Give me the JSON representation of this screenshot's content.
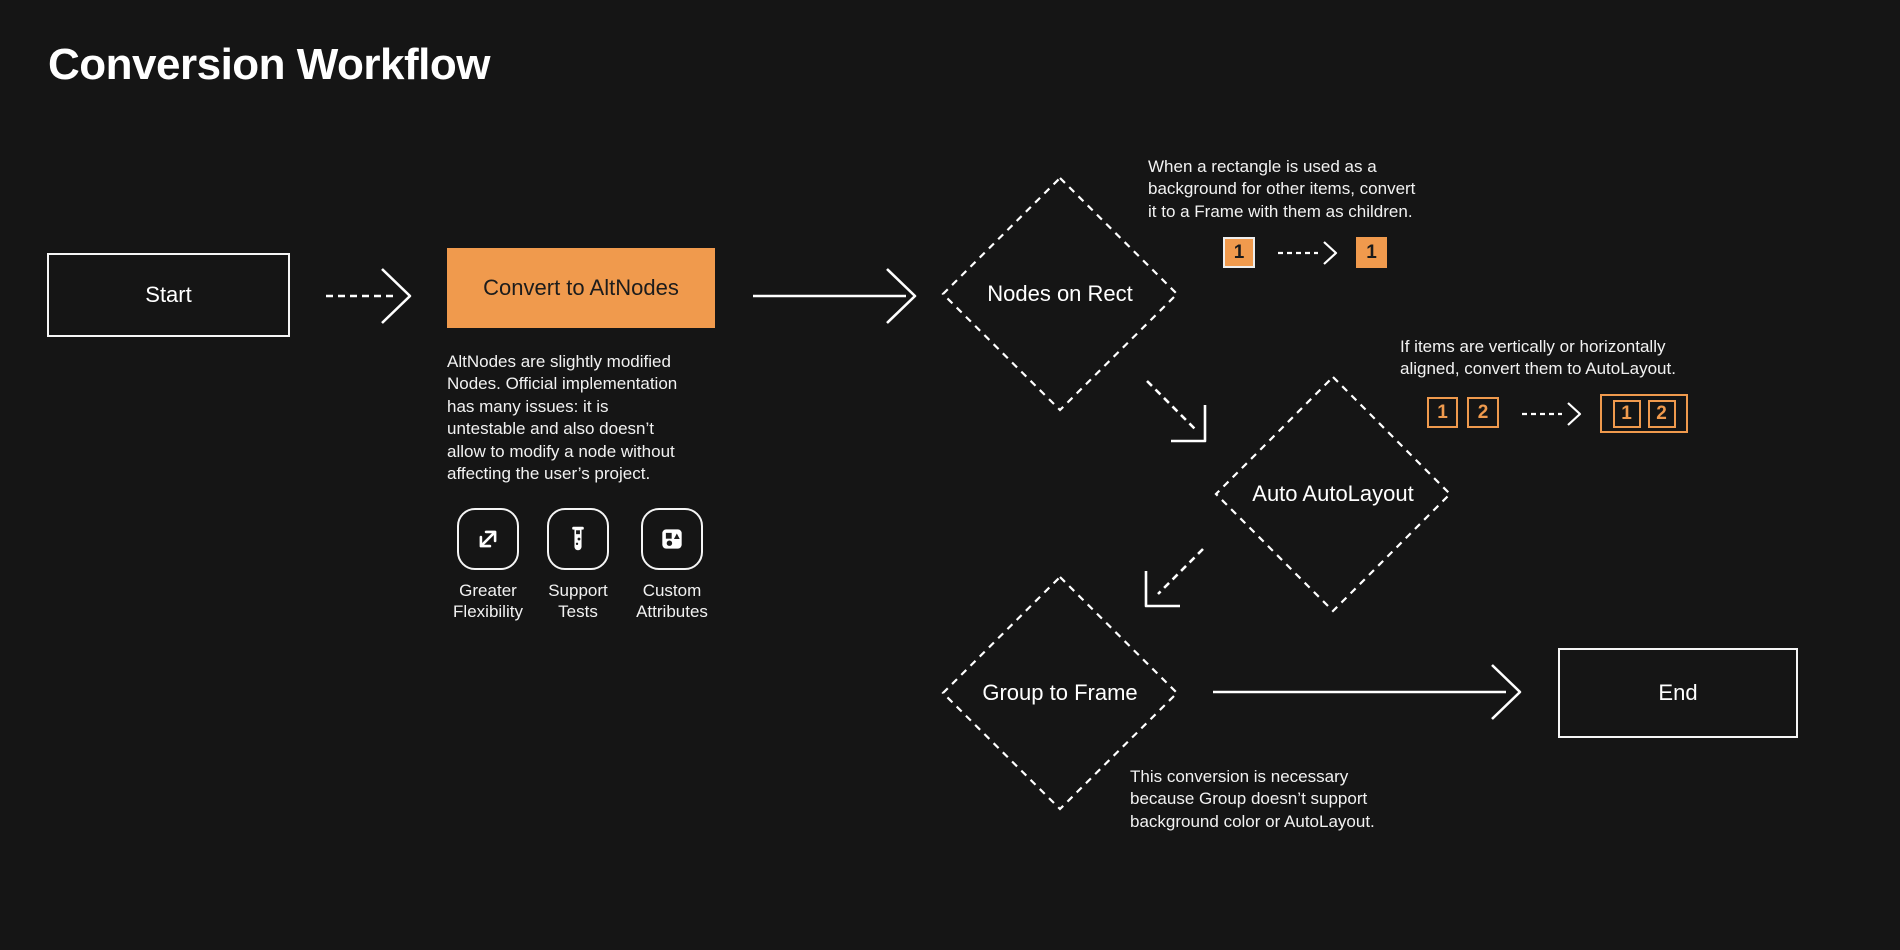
{
  "title": "Conversion Workflow",
  "colors": {
    "background": "#151515",
    "accent_orange": "#F09A4D",
    "line_white": "#FFFFFF",
    "dark_text": "#1C1C1C"
  },
  "nodes": {
    "start": {
      "label": "Start"
    },
    "convert_to_altnodes": {
      "label": "Convert to AltNodes"
    },
    "nodes_on_rect": {
      "label": "Nodes on Rect"
    },
    "auto_autolayout": {
      "label": "Auto AutoLayout"
    },
    "group_to_frame": {
      "label": "Group to Frame"
    },
    "end": {
      "label": "End"
    }
  },
  "notes": {
    "altnodes": {
      "lines": [
        "AltNodes are slightly modified",
        "Nodes. Official implementation",
        "has many issues: it is",
        "untestable and also doesn’t",
        "allow to modify a node without",
        "affecting the user’s project."
      ]
    },
    "nodes_on_rect": {
      "lines": [
        "When a rectangle is used as a",
        "background for other items, convert",
        "it to a Frame with them as children."
      ]
    },
    "auto_autolayout": {
      "lines": [
        "If items are vertically or horizontally",
        "aligned, convert them to AutoLayout."
      ]
    },
    "group_to_frame": {
      "lines": [
        "This conversion is necessary",
        "because Group doesn’t support",
        "background color or AutoLayout."
      ]
    }
  },
  "features": [
    {
      "icon": "expand-arrows-icon",
      "label": "Greater Flexibility"
    },
    {
      "icon": "test-tube-icon",
      "label": "Support Tests"
    },
    {
      "icon": "shapes-icon",
      "label": "Custom Attributes"
    }
  ],
  "mini_rect_to_frame": {
    "before": "1",
    "after": "1"
  },
  "mini_autolayout": {
    "before_1": "1",
    "before_2": "2",
    "after_1": "1",
    "after_2": "2"
  }
}
